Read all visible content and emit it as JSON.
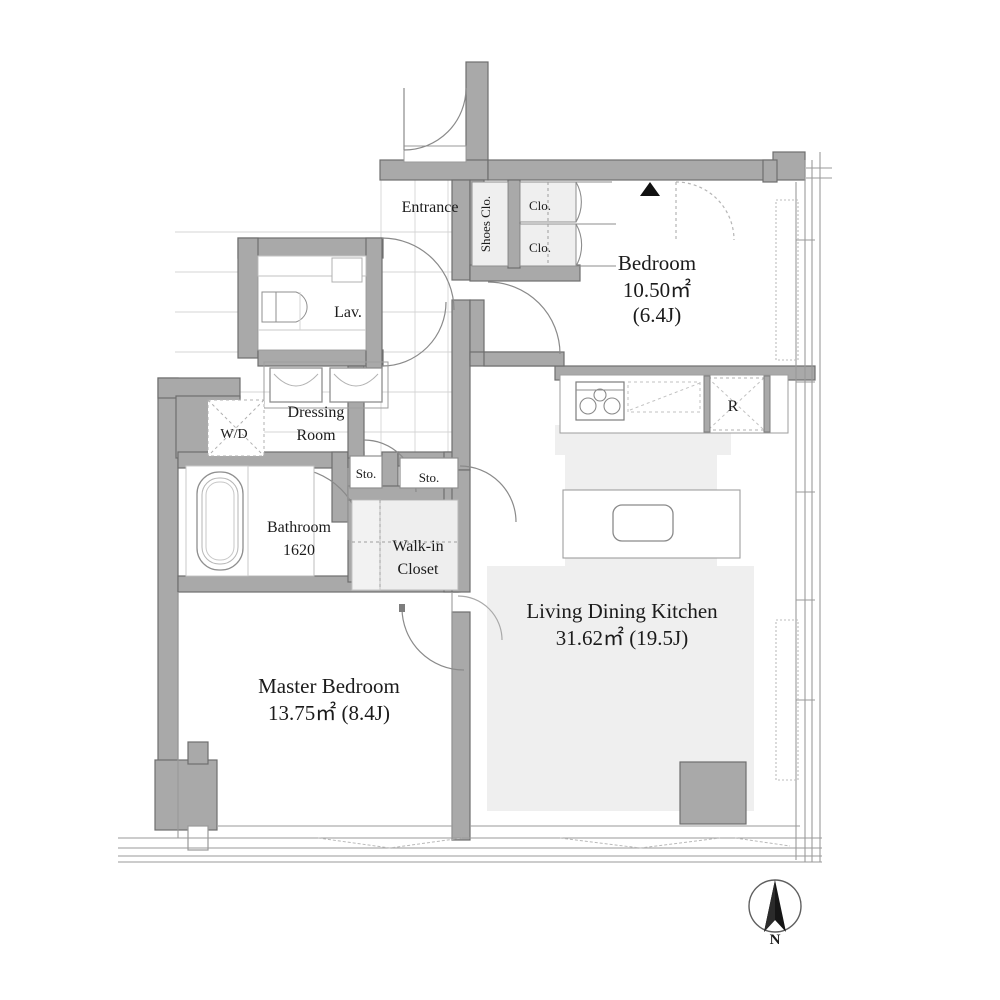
{
  "plan": {
    "title": "Apartment Floor Plan",
    "colors": {
      "wall_fill": "#a9a9a9",
      "wall_stroke": "#6e6e6e",
      "thin_line": "#8a8a8a",
      "room_floor": "#ffffff",
      "ldk_floor": "#efefef",
      "closet_floor": "#ededed",
      "column_fill": "#a9a9a9",
      "text": "#1b1b1b",
      "grid_line": "#cfcfcf"
    },
    "rooms": [
      {
        "id": "entrance",
        "name": "Entrance",
        "area": "",
        "tatami": ""
      },
      {
        "id": "bedroom",
        "name": "Bedroom",
        "area": "10.50㎡",
        "tatami": "(6.4J)"
      },
      {
        "id": "ldk",
        "name": "Living Dining Kitchen",
        "area": "31.62㎡ (19.5J)",
        "tatami": ""
      },
      {
        "id": "master",
        "name": "Master Bedroom",
        "area": "13.75㎡ (8.4J)",
        "tatami": ""
      },
      {
        "id": "bathroom",
        "name": "Bathroom",
        "area": "1620",
        "tatami": ""
      },
      {
        "id": "dressing",
        "name": "Dressing",
        "area": "Room",
        "tatami": ""
      },
      {
        "id": "walkin",
        "name": "Walk-in",
        "area": "Closet",
        "tatami": ""
      }
    ],
    "labels": {
      "entrance": "Entrance",
      "shoes_closet": "Shoes Clo.",
      "closet_1": "Clo.",
      "closet_2": "Clo.",
      "lavatory": "Lav.",
      "washer_dryer": "W/D",
      "dressing_line1": "Dressing",
      "dressing_line2": "Room",
      "storage_1": "Sto.",
      "storage_2": "Sto.",
      "bathroom_line1": "Bathroom",
      "bathroom_line2": "1620",
      "walkin_line1": "Walk-in",
      "walkin_line2": "Closet",
      "bedroom_line1": "Bedroom",
      "bedroom_line2": "10.50㎡",
      "bedroom_line3": "(6.4J)",
      "ldk_line1": "Living Dining Kitchen",
      "ldk_line2": "31.62㎡ (19.5J)",
      "master_line1": "Master Bedroom",
      "master_line2": "13.75㎡ (8.4J)",
      "refrigerator": "R",
      "compass_north": "N"
    },
    "fixtures": [
      {
        "name": "bathtub",
        "label": ""
      },
      {
        "name": "toilet",
        "label": ""
      },
      {
        "name": "vanity-left",
        "label": ""
      },
      {
        "name": "vanity-right",
        "label": ""
      },
      {
        "name": "gas-stove",
        "label": ""
      },
      {
        "name": "kitchen-sink",
        "label": ""
      },
      {
        "name": "refrigerator-space",
        "label": "R"
      },
      {
        "name": "washer-dryer-space",
        "label": "W/D"
      },
      {
        "name": "structural-column",
        "label": ""
      }
    ],
    "compass": {
      "label": "N",
      "direction": "north"
    }
  }
}
